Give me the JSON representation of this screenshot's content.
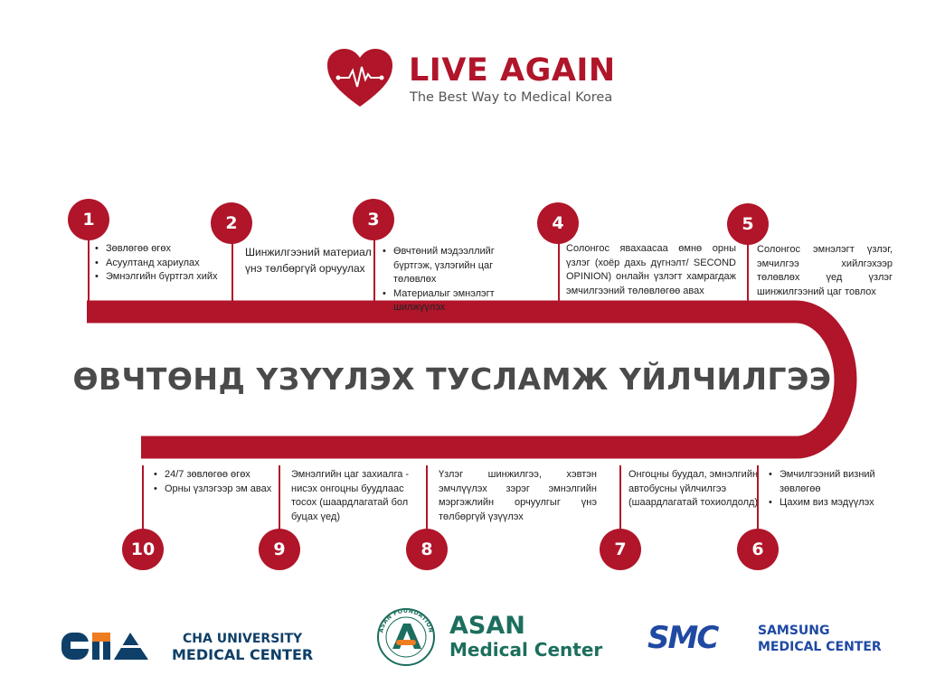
{
  "header": {
    "brand": "LIVE AGAIN",
    "tagline": "The Best Way to Medical Korea"
  },
  "title": "ӨВЧТӨНД ҮЗҮҮЛЭХ ТУСЛАМЖ ҮЙЛЧИЛГЭЭ",
  "steps": [
    {
      "number": "1",
      "bullets": [
        "Зөвлөгөө өгөх",
        "Асуултанд хариулах",
        "Эмнэлгийн бүртгэл хийх"
      ]
    },
    {
      "number": "2",
      "text": "Шинжилгээний материал үнэ төлбөргүй орчуулах"
    },
    {
      "number": "3",
      "bullets": [
        "Өвчтөний мэдээллийг бүртгэж, үзлэгийн  цаг төлөвлөх",
        "Материалыг эмнэлэгт шилжүүлэх"
      ]
    },
    {
      "number": "4",
      "text": "Солонгос явахаасаа өмнө орны үзлэг (хоёр дахь дүгнэлт/ SECOND OPINION) онлайн үзлэгт хамрагдаж эмчилгээний төлөвлөгөө авах"
    },
    {
      "number": "5",
      "text": "Солонгос эмнэлэгт үзлэг, эмчилгээ хийлгэхээр төлөвлөх үед үзлэг шинжилгээний цаг товлох"
    },
    {
      "number": "6",
      "bullets": [
        "Эмчилгээний визний зөвлөгөө",
        "Цахим виз мэдүүлэх"
      ]
    },
    {
      "number": "7",
      "text": "Онгоцны буудал, эмнэлгийн автобусны үйлчилгээ (шаардлагатай тохиолдолд)"
    },
    {
      "number": "8",
      "text": "Үзлэг шинжилгээ, хэвтэн эмчлүүлэх зэрэг эмнэлгийн мэргэжлийн орчуулгыг үнэ төлбөргүй үзүүлэх"
    },
    {
      "number": "9",
      "text": "Эмнэлгийн цаг захиалга - нисэх онгоцны буудлаас тосох (шаардлагатай бол буцах үед)"
    },
    {
      "number": "10",
      "bullets": [
        "24/7 зөвлөгөө өгөх",
        "Орны үзлэгээр эм авах"
      ]
    }
  ],
  "partners": [
    {
      "mark": "CHA",
      "name1": "CHA UNIVERSITY",
      "name2": "MEDICAL CENTER"
    },
    {
      "mark": "ASAN FOUNDATION",
      "name1": "ASAN",
      "name2": "Medical Center"
    },
    {
      "mark": "SMC",
      "name1": "SAMSUNG",
      "name2": "MEDICAL CENTER"
    }
  ],
  "colors": {
    "accent": "#b0152a",
    "title": "#4a4a4a"
  }
}
